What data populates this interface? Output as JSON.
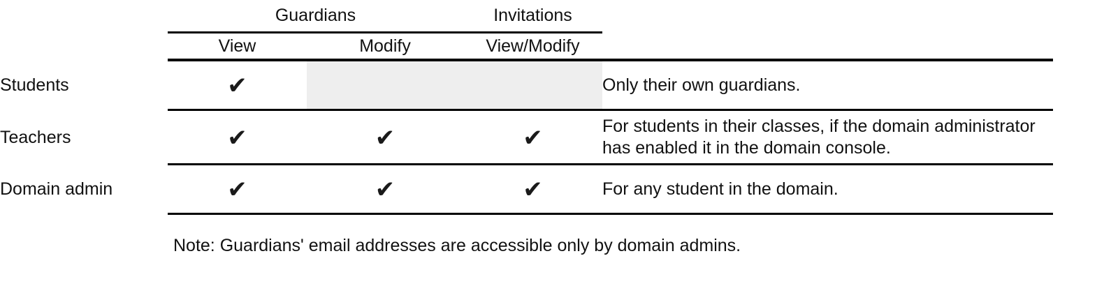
{
  "table": {
    "group_headers": [
      {
        "label": "Guardians",
        "spans": 2
      },
      {
        "label": "Invitations",
        "spans": 1
      }
    ],
    "column_headers": {
      "role": "",
      "guardians_view": "View",
      "guardians_modify": "Modify",
      "invitations_view_modify": "View/Modify",
      "notes": ""
    },
    "check_glyph": "✔",
    "rows": [
      {
        "role": "Students",
        "guardians_view": true,
        "guardians_modify": false,
        "guardians_modify_shaded": true,
        "invitations": false,
        "invitations_shaded": true,
        "notes_shaded": true,
        "notes": "Only their own guardians."
      },
      {
        "role": "Teachers",
        "guardians_view": true,
        "guardians_modify": true,
        "guardians_modify_shaded": false,
        "invitations": true,
        "invitations_shaded": false,
        "notes_shaded": false,
        "notes": "For students in their classes, if the domain administrator has enabled it in the domain console."
      },
      {
        "role": "Domain admin",
        "guardians_view": true,
        "guardians_modify": true,
        "guardians_modify_shaded": false,
        "invitations": true,
        "invitations_shaded": false,
        "notes_shaded": false,
        "notes": "For any student in the domain."
      }
    ]
  },
  "footnote": "Note: Guardians' email addresses are accessible only by domain admins.",
  "colors": {
    "text": "#111111",
    "rule": "#000000",
    "shaded_cell": "#eeeeee",
    "check": "#1a1a1a",
    "background": "#ffffff"
  }
}
